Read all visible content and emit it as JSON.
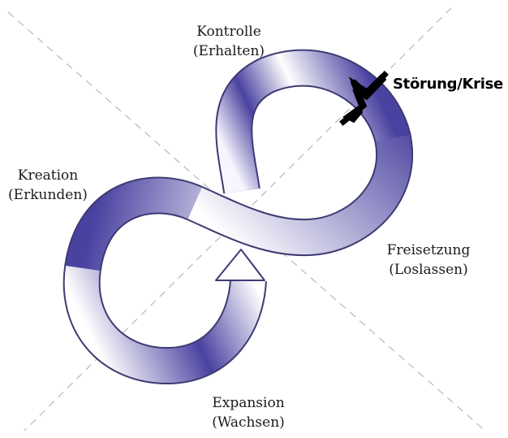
{
  "phases": {
    "conservation": {
      "title": "Kontrolle",
      "subtitle": "(Erhalten)"
    },
    "reorganization": {
      "title": "Kreation",
      "subtitle": "(Erkunden)"
    },
    "release": {
      "title": "Freisetzung",
      "subtitle": "(Loslassen)"
    },
    "exploitation": {
      "title": "Expansion",
      "subtitle": "(Wachsen)"
    }
  },
  "crisis": {
    "label": "Störung/Krise",
    "icon": "lightning-bolt-icon"
  },
  "colors": {
    "band_dark": "#4a42a0",
    "band_light": "#ffffff",
    "outline": "#3e3a73",
    "dashed_lines": "#b8b8b8",
    "lightning": "#000000",
    "text": "#1a1a1a"
  }
}
